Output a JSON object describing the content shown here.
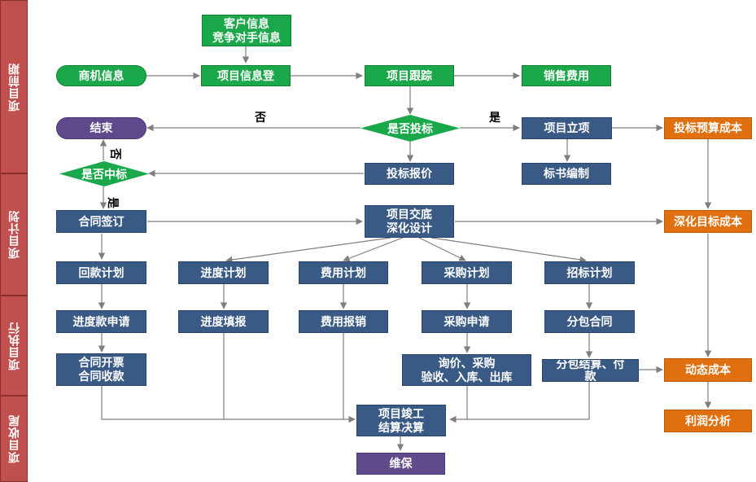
{
  "lanes": {
    "pre": "项目前期",
    "plan": "项目计划",
    "exec": "项目执行",
    "close": "项目收尾"
  },
  "nodes": {
    "customer_info": "客户信息\n竞争对手信息",
    "opportunity": "商机信息",
    "project_register": "项目信息登",
    "project_tracking": "项目跟踪",
    "sales_expense": "销售费用",
    "bid_decision": "是否投标",
    "end": "结束",
    "project_setup": "项目立项",
    "bid_budget_cost": "投标预算成本",
    "win_decision": "是否中标",
    "bid_quote": "投标报价",
    "tender_prep": "标书编制",
    "contract_sign": "合同签订",
    "handover_design": "项目交底\n深化设计",
    "target_cost": "深化目标成本",
    "payment_plan": "回款计划",
    "progress_plan": "进度计划",
    "expense_plan": "费用计划",
    "purchase_plan": "采购计划",
    "tender_plan": "招标计划",
    "progress_payment": "进度款申请",
    "progress_report": "进度填报",
    "expense_claim": "费用报销",
    "purchase_request": "采购申请",
    "subcontract": "分包合同",
    "invoice_collect": "合同开票\n合同收款",
    "inquiry_receive": "询价、采购\n验收、入库、出库",
    "subcontract_settle": "分包结算、付\n款",
    "dynamic_cost": "动态成本",
    "completion_settle": "项目竣工\n结算决算",
    "profit_analysis": "利润分析",
    "maintenance": "维保"
  },
  "edge_labels": {
    "no_top": "否",
    "yes_top": "是",
    "no_side": "否",
    "yes_side": "是"
  },
  "colors": {
    "lane": "#c0504d",
    "blue": "#3a5a86",
    "green": "#1ba84a",
    "orange": "#e0700f",
    "purple": "#5f4a8b",
    "connector": "#7f7f7f"
  }
}
